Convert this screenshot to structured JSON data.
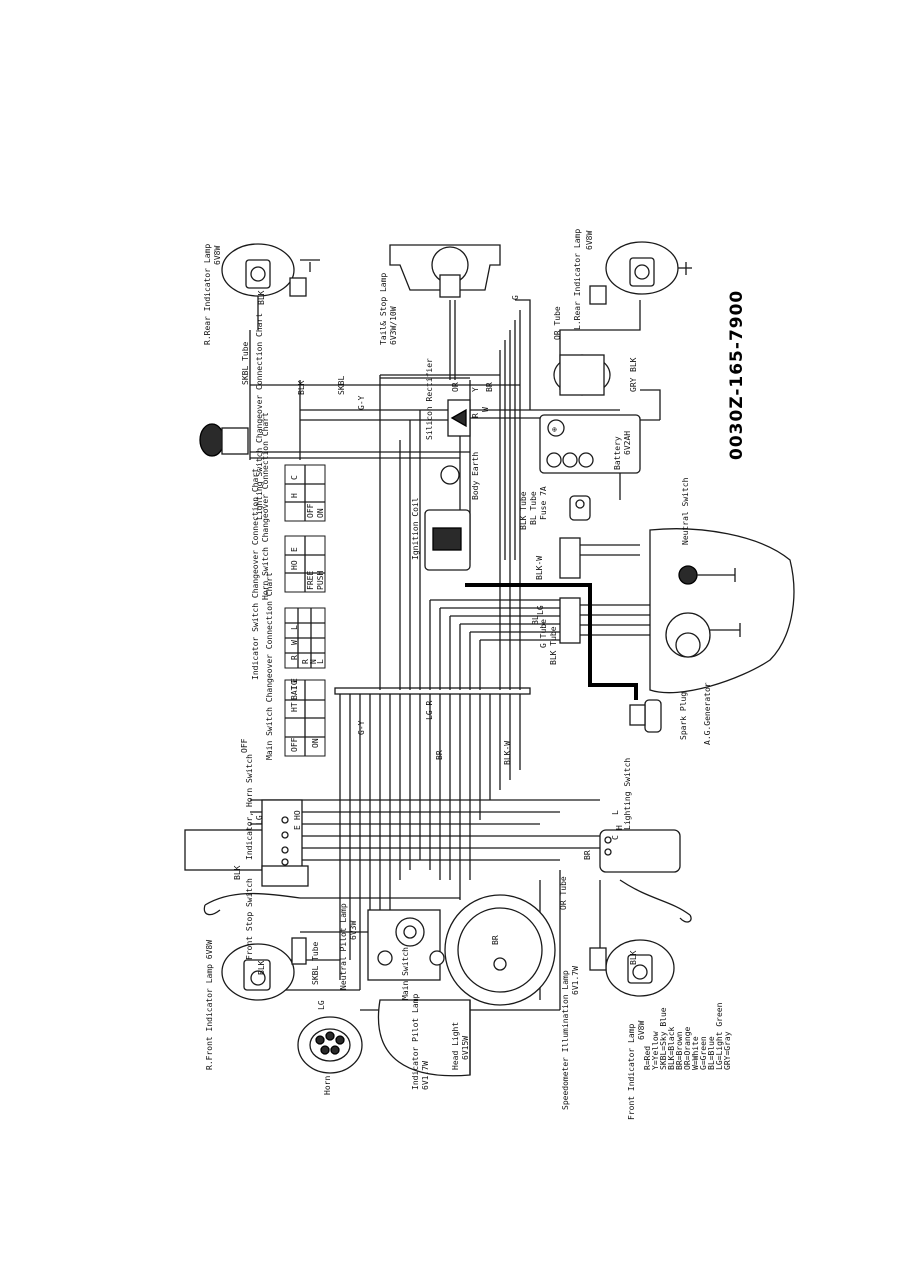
{
  "document": {
    "part_number": "0030Z-165-7900"
  },
  "components": {
    "r_rear_indicator": "R.Rear Indicator Lamp",
    "r_rear_indicator_spec": "6V8W",
    "tail_stop_lamp": "Tail& Stop Lamp",
    "tail_stop_spec": "6V3W/10W",
    "l_rear_indicator": "L.Rear Indicator Lamp",
    "l_rear_indicator_spec": "6V8W",
    "silicon_rectifier": "Silicon Rectifier",
    "battery": "Battery",
    "battery_spec": "6V2AH",
    "ignition_coil": "Ignition Coil",
    "body_earth": "Body Earth",
    "fuse": "Fuse 7A",
    "neutral_switch": "Neutral Switch",
    "spark_plug": "Spark Plug",
    "ag_generator": "A.G.Generator",
    "indicator_horn_switch": "Indicator, Horn Switch",
    "lighting_switch": "Lighting Switch",
    "front_stop_switch": "Front Stop Switch",
    "r_front_indicator": "R.Front Indicator Lamp 6V8W",
    "horn": "Horn",
    "neutral_pilot_lamp": "Neutral Pilot Lamp",
    "neutral_pilot_spec": "6V3W",
    "main_switch": "Main Switch",
    "indicator_pilot_lamp": "Indicator Pilot Lamp",
    "indicator_pilot_spec": "6V1.7W",
    "head_light": "Head Light",
    "head_light_spec": "6V15W",
    "speedometer_lamp": "Speedometer Illumination Lamp",
    "speedometer_lamp_spec": "6V1.7W",
    "front_indicator": "Front Indicator Lamp",
    "front_indicator_spec": "6V8W"
  },
  "tubes": {
    "skbl_tube_rear": "SKBL Tube",
    "or_tube_rear": "OR Tube",
    "blk_tube": "BLK Tube",
    "bl_tube": "BL Tube",
    "g_tube": "G Tube",
    "blk_tube_2": "BLK Tube",
    "skbl_tube_front": "SKBL Tube",
    "or_tube_front": "OR Tube"
  },
  "charts": {
    "main_switch": {
      "title": "Main Switch Changeover Connection Chart",
      "headers": [
        "",
        "HT",
        "BAT",
        "IG",
        "E"
      ],
      "rows": [
        [
          "OFF",
          "",
          "",
          "",
          ""
        ],
        [
          "ON",
          "",
          "",
          "",
          ""
        ]
      ]
    },
    "indicator_switch": {
      "title": "Indicator Switch Changeover Connection Chart",
      "headers": [
        "",
        "R",
        "W",
        "L"
      ],
      "rows": [
        [
          "R",
          "",
          "",
          ""
        ],
        [
          "N",
          "",
          "",
          ""
        ],
        [
          "L",
          "",
          "",
          ""
        ]
      ]
    },
    "horn_switch": {
      "title": "Horn Switch Changeover Connection Chart",
      "headers": [
        "",
        "HO",
        "E"
      ],
      "rows": [
        [
          "FREE",
          "",
          ""
        ],
        [
          "PUSH",
          "",
          ""
        ]
      ]
    },
    "lighting_switch": {
      "title": "Lighting Switch Changeover Connection Chart",
      "headers": [
        "",
        "H",
        "C"
      ],
      "rows": [
        [
          "OFF",
          "",
          ""
        ],
        [
          "ON",
          "",
          ""
        ]
      ]
    }
  },
  "legend": [
    "R=Red",
    "Y=Yellow",
    "SKBL=Sky Blue",
    "BLK=Black",
    "BR=Brown",
    "OR=Orange",
    "W=White",
    "G=Green",
    "BL=Blue",
    "LG=Light Green",
    "GRY=Gray"
  ],
  "wire_codes": {
    "blk": "BLK",
    "skbl": "SKBL",
    "g": "G",
    "y": "Y",
    "r": "R",
    "w": "W",
    "br": "BR",
    "or": "OR",
    "lg": "LG",
    "bl": "BL",
    "gry": "GRY",
    "g_y": "G-Y",
    "lg_r": "LG-R",
    "blk_w": "BLK-W",
    "l": "L",
    "c": "C",
    "h": "H",
    "e": "E",
    "ho": "HO"
  }
}
